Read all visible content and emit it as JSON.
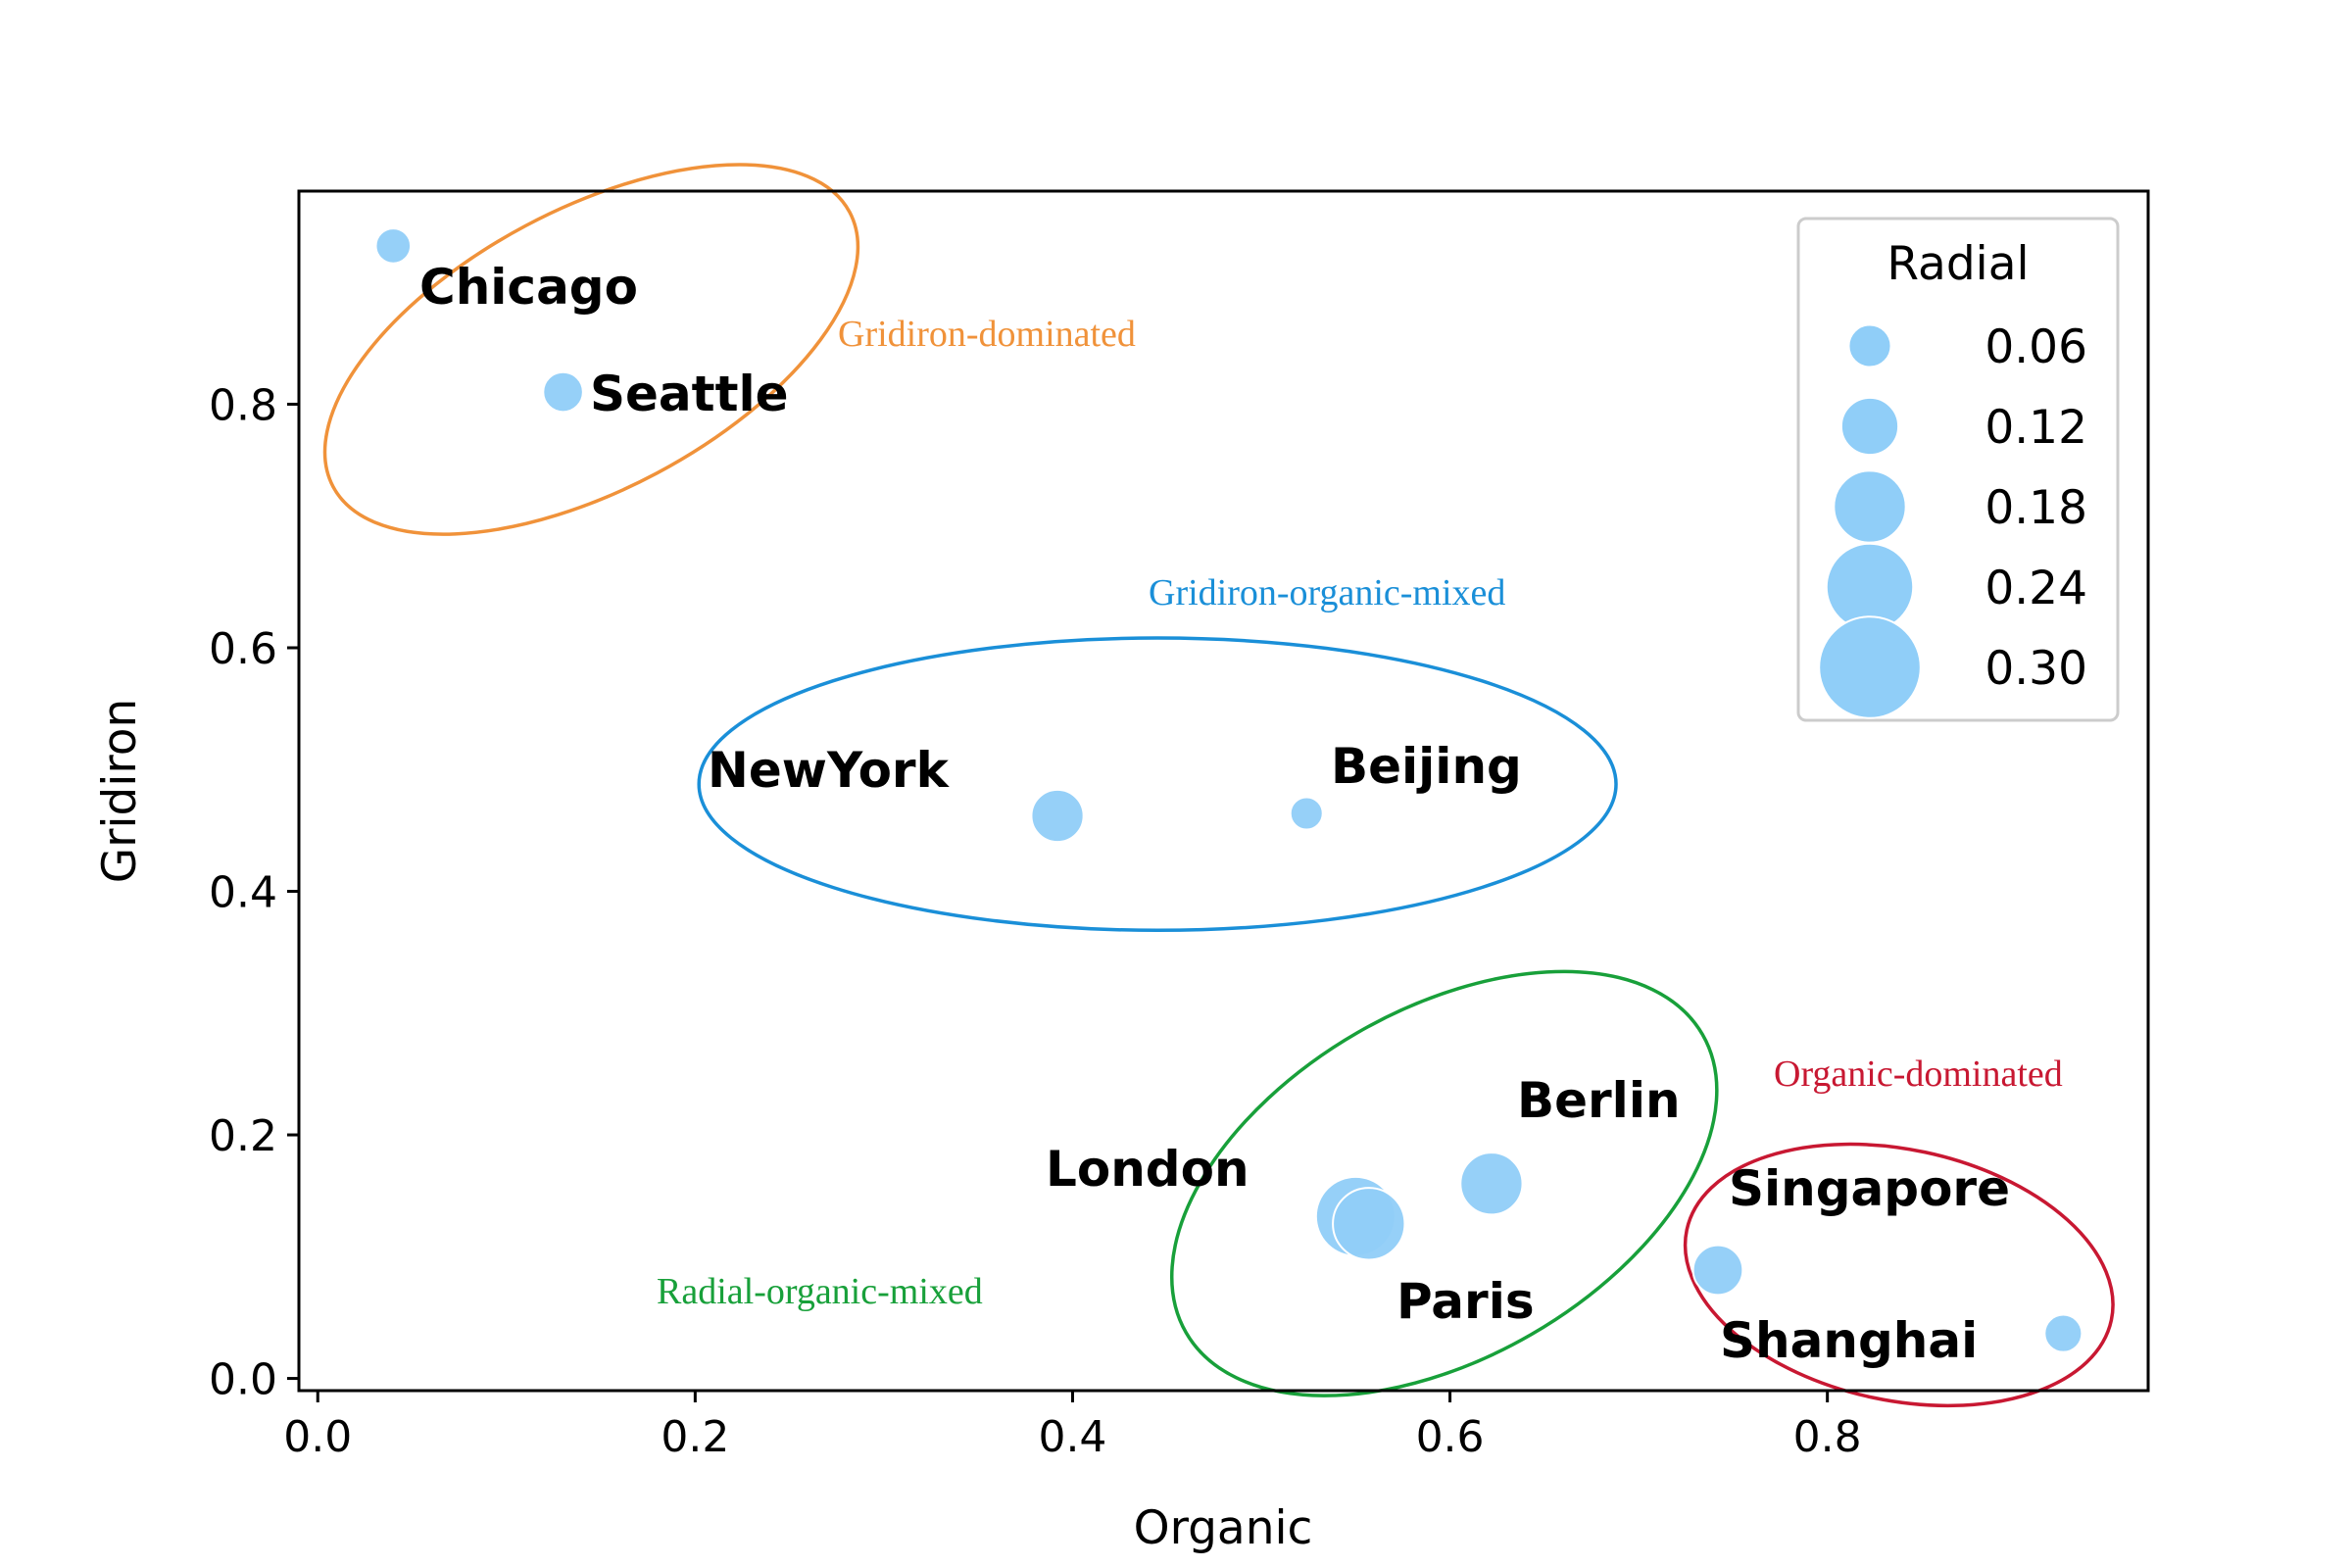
{
  "chart_data": {
    "type": "scatter",
    "xlabel": "Organic",
    "ylabel": "Gridiron",
    "xlim": [
      -0.01,
      0.97
    ],
    "ylim": [
      -0.01,
      0.975
    ],
    "x_ticks": [
      0.0,
      0.2,
      0.4,
      0.6,
      0.8
    ],
    "y_ticks": [
      0.0,
      0.2,
      0.4,
      0.6,
      0.8
    ],
    "x_tick_labels": [
      "0.0",
      "0.2",
      "0.4",
      "0.6",
      "0.8"
    ],
    "y_tick_labels": [
      "0.0",
      "0.2",
      "0.4",
      "0.6",
      "0.8"
    ],
    "marker_color": "#90CEF8",
    "size_variable": "Radial",
    "points": [
      {
        "name": "Chicago",
        "organic": 0.04,
        "gridiron": 0.93,
        "radial": 0.03
      },
      {
        "name": "Seattle",
        "organic": 0.13,
        "gridiron": 0.81,
        "radial": 0.05
      },
      {
        "name": "NewYork",
        "organic": 0.392,
        "gridiron": 0.462,
        "radial": 0.1
      },
      {
        "name": "Beijing",
        "organic": 0.524,
        "gridiron": 0.464,
        "radial": 0.02
      },
      {
        "name": "Berlin",
        "organic": 0.622,
        "gridiron": 0.16,
        "radial": 0.14
      },
      {
        "name": "London",
        "organic": 0.55,
        "gridiron": 0.133,
        "radial": 0.21
      },
      {
        "name": "Paris",
        "organic": 0.557,
        "gridiron": 0.127,
        "radial": 0.18
      },
      {
        "name": "Singapore",
        "organic": 0.742,
        "gridiron": 0.089,
        "radial": 0.09
      },
      {
        "name": "Shanghai",
        "organic": 0.925,
        "gridiron": 0.037,
        "radial": 0.04
      }
    ],
    "groups": [
      {
        "label": "Gridiron-dominated",
        "color": "#F0923A",
        "center": [
          0.145,
          0.845
        ],
        "rx": 0.155,
        "ry": 0.115,
        "angle": -28
      },
      {
        "label": "Gridiron-organic-mixed",
        "color": "#1A8FD8",
        "center": [
          0.445,
          0.488
        ],
        "rx": 0.243,
        "ry": 0.12,
        "angle": 0
      },
      {
        "label": "Radial-organic-mixed",
        "color": "#18A03A",
        "center": [
          0.597,
          0.16
        ],
        "rx": 0.158,
        "ry": 0.143,
        "angle": -30
      },
      {
        "label": "Organic-dominated",
        "color": "#C81832",
        "center": [
          0.838,
          0.085
        ],
        "rx": 0.115,
        "ry": 0.103,
        "angle": 12
      }
    ],
    "legend": {
      "title": "Radial",
      "position": "top-right",
      "entries": [
        {
          "label": "0.06",
          "value": 0.06
        },
        {
          "label": "0.12",
          "value": 0.12
        },
        {
          "label": "0.18",
          "value": 0.18
        },
        {
          "label": "0.24",
          "value": 0.24
        },
        {
          "label": "0.30",
          "value": 0.3
        }
      ]
    }
  }
}
